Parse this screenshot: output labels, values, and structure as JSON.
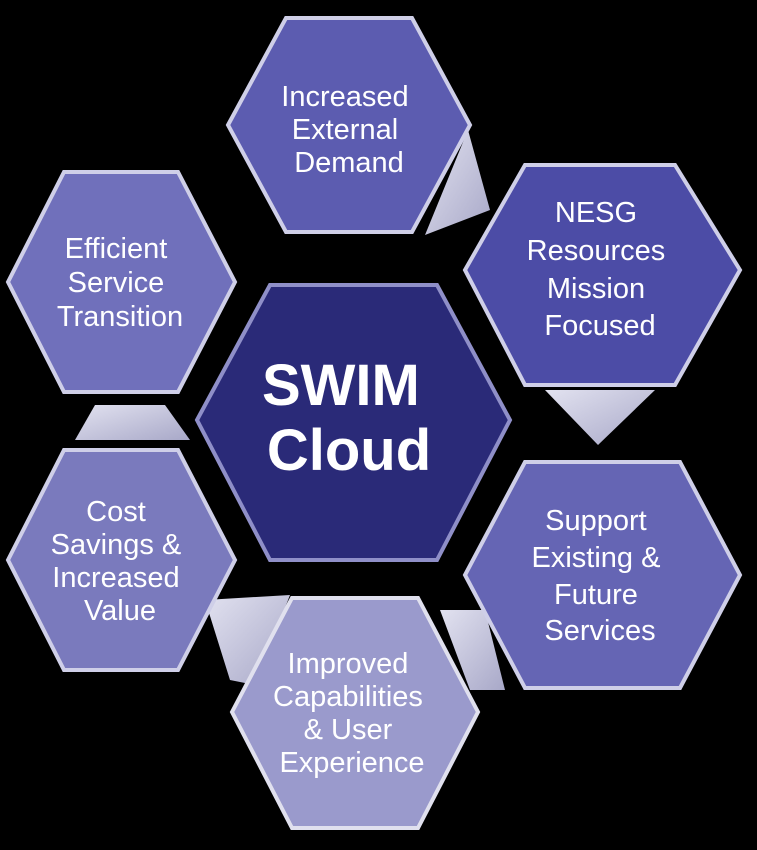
{
  "center": {
    "lines": [
      "SWIM",
      "Cloud"
    ],
    "color": "#2a2a78"
  },
  "nodes": [
    {
      "id": "increased-external-demand",
      "lines": [
        "Increased",
        "External",
        "Demand"
      ],
      "color": "#5c5cb0"
    },
    {
      "id": "nesg-resources-mission-focused",
      "lines": [
        "NESG",
        "Resources",
        "Mission",
        "Focused"
      ],
      "color": "#4c4ca6"
    },
    {
      "id": "support-existing-future-services",
      "lines": [
        "Support",
        "Existing &",
        "Future",
        "Services"
      ],
      "color": "#6565b4"
    },
    {
      "id": "improved-capabilities-user-experience",
      "lines": [
        "Improved",
        "Capabilities",
        "& User",
        "Experience"
      ],
      "color": "#9a9acc"
    },
    {
      "id": "cost-savings-increased-value",
      "lines": [
        "Cost",
        "Savings &",
        "Increased",
        "Value"
      ],
      "color": "#7a7abd"
    },
    {
      "id": "efficient-service-transition",
      "lines": [
        "Efficient",
        "Service",
        "Transition"
      ],
      "color": "#7070bb"
    }
  ],
  "connector_color": "#c8c8de"
}
